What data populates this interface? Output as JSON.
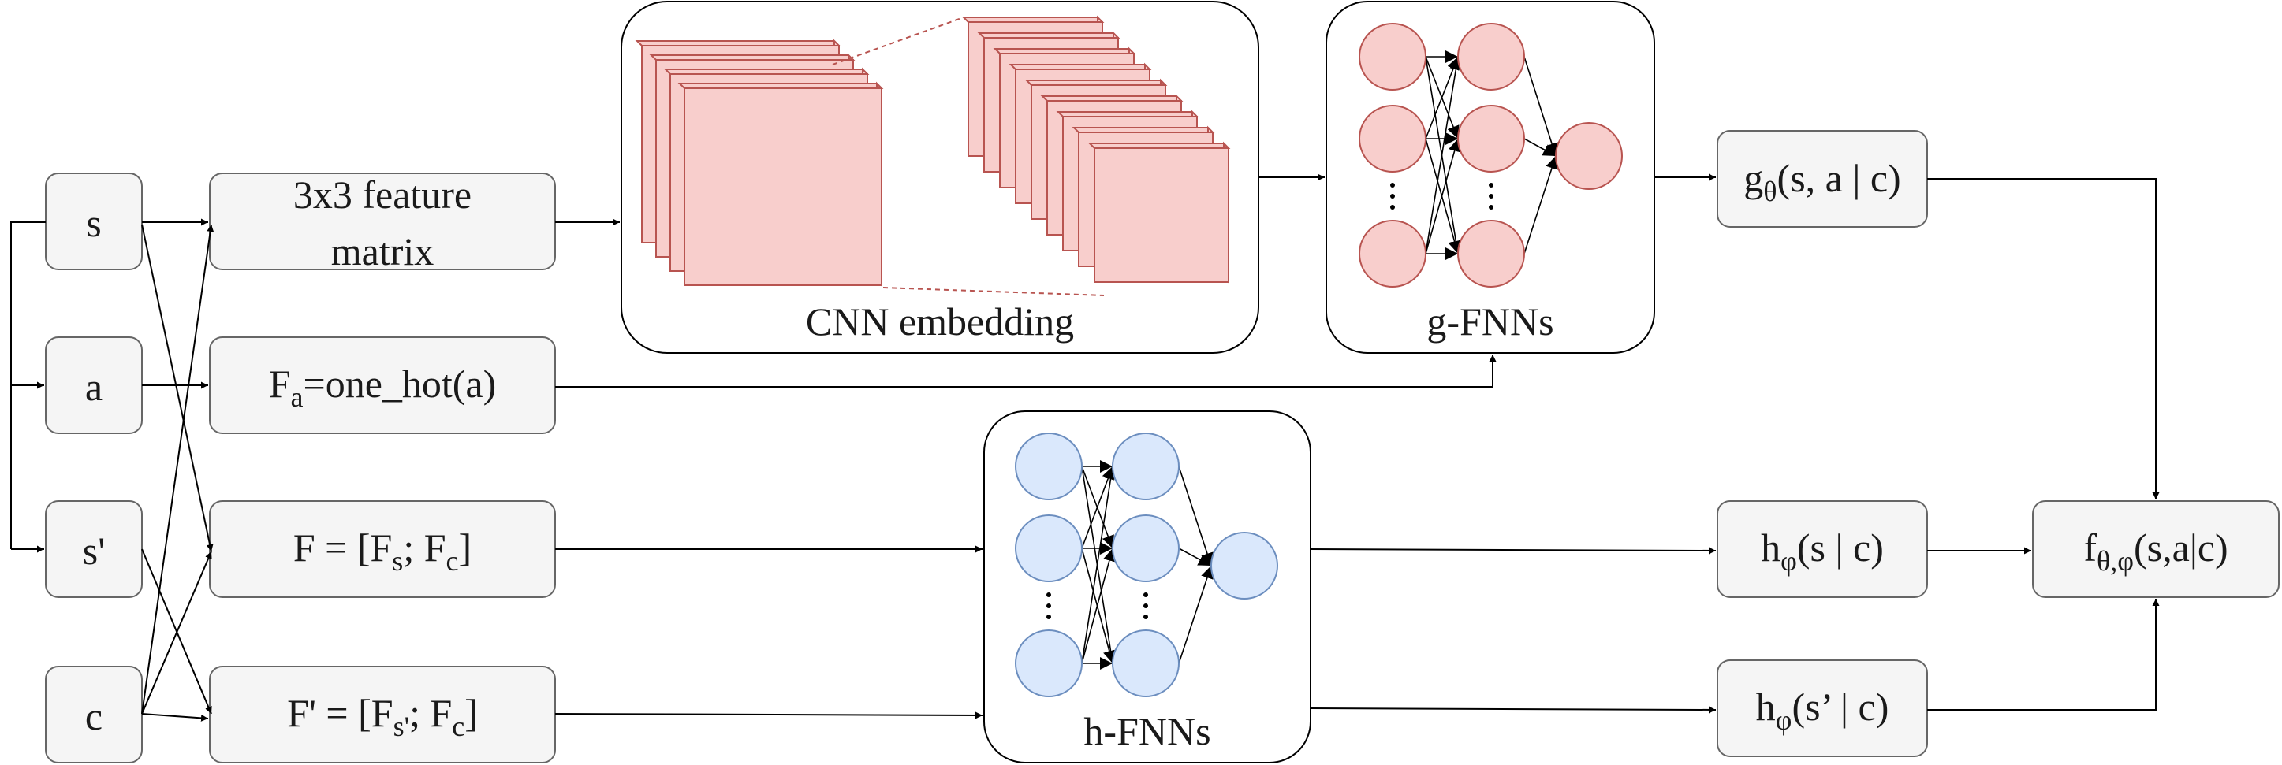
{
  "inputs": {
    "s": "s",
    "a": "a",
    "s_prime": "s'",
    "c": "c"
  },
  "features": {
    "feature_matrix_line1": "3x3 feature",
    "feature_matrix_line2": "matrix",
    "fa_main": "F",
    "fa_sub": "a",
    "fa_rest": "=one_hot(a)",
    "f_main": "F = [F",
    "f_sub1": "s",
    "f_mid": "; F",
    "f_sub2": "c",
    "f_end": "]",
    "fp_main": "F' = [F",
    "fp_sub1": "s'",
    "fp_mid": "; F",
    "fp_sub2": "c",
    "fp_end": "]"
  },
  "modules": {
    "cnn_label": "CNN embedding",
    "g_fnn_label": "g-FNNs",
    "h_fnn_label": "h-FNNs"
  },
  "outputs": {
    "g_main": "g",
    "g_sub": "θ",
    "g_rest": "(s, a | c)",
    "h1_main": "h",
    "h1_sub": "φ",
    "h1_rest": "(s | c)",
    "h2_main": "h",
    "h2_sub": "φ",
    "h2_rest": "(s’ | c)",
    "f_main": "f",
    "f_sub": "θ,φ",
    "f_rest": "(s,a|c)"
  },
  "colors": {
    "box_fill": "#f5f5f5",
    "box_stroke": "#666666",
    "g_node_fill": "#f8cecc",
    "g_node_stroke": "#b85450",
    "h_node_fill": "#dae8fc",
    "h_node_stroke": "#6c8ebf"
  }
}
